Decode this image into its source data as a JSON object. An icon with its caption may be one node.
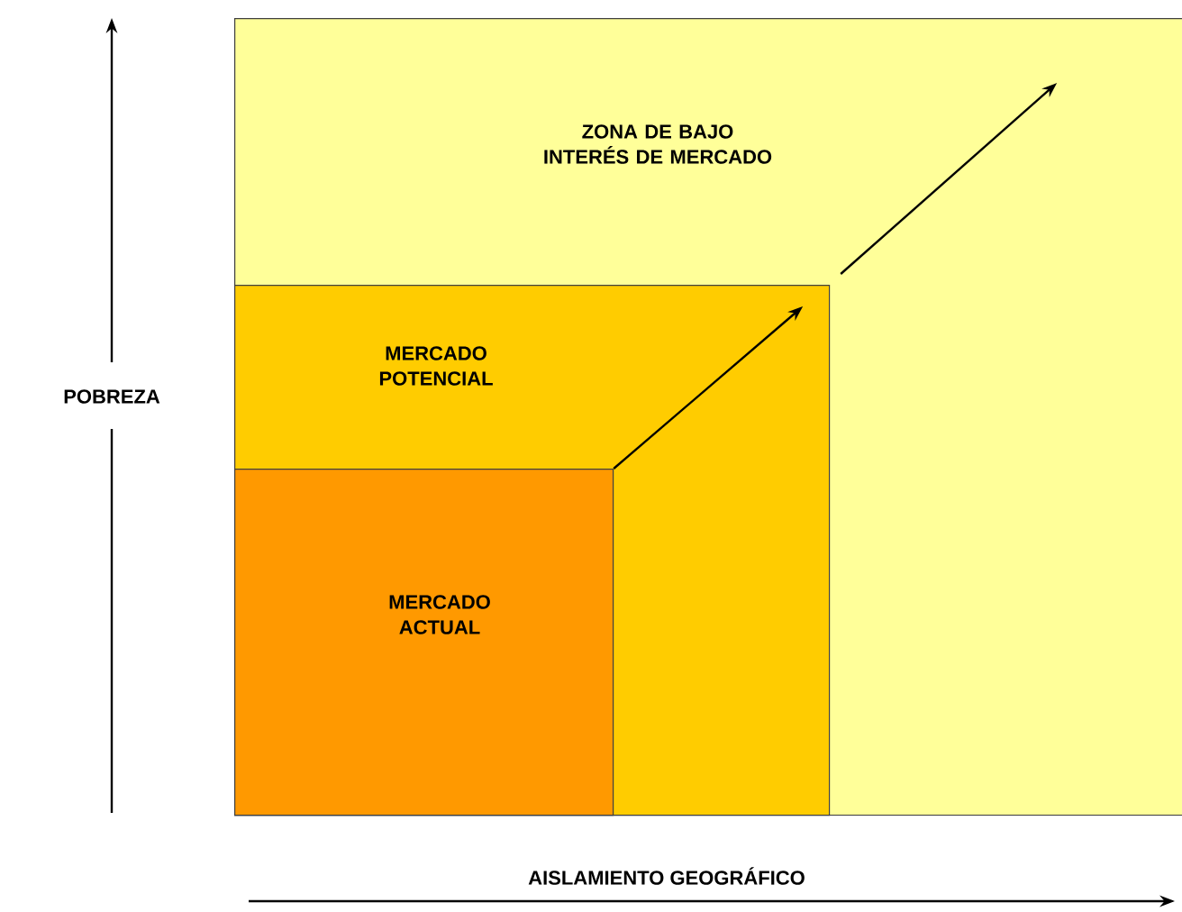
{
  "diagram": {
    "nodes": [
      {
        "text": [
          "ZONA DE BAJO INTERÉS DE MERCADO"
        ]
      },
      {
        "text": [
          "MERCADO POTENCIAL"
        ],
        "in": 0
      },
      {
        "text": [
          "MERCADO ACTUAL"
        ],
        "in": 1
      }
    ],
    "edges": [
      {
        "from": 2,
        "to": 1,
        "arrow": "to"
      },
      {
        "from": 1,
        "to": 0,
        "arrow": "to"
      }
    ],
    "labels": [
      "POBREZA",
      "AISLAMIENTO GEOGRÁFICO"
    ]
  }
}
